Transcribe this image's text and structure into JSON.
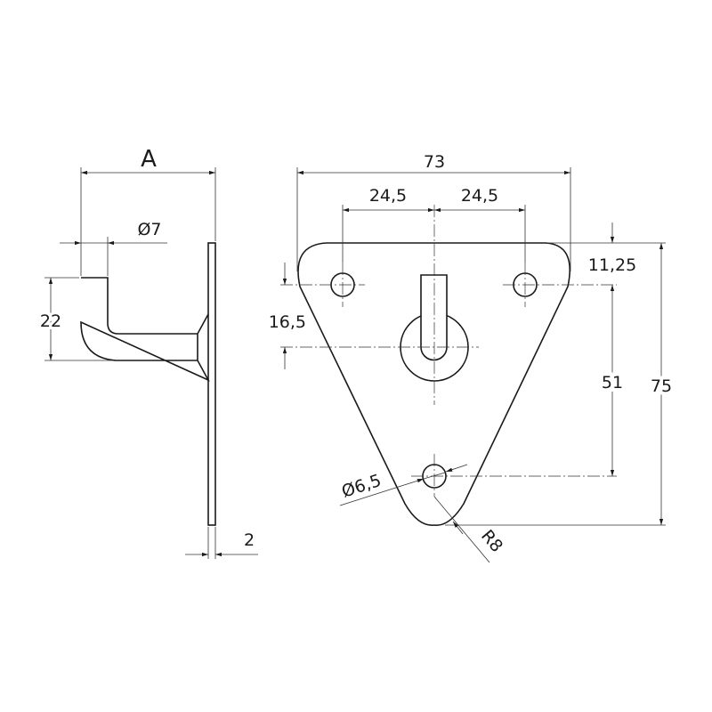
{
  "side_view": {
    "dim_A": "A",
    "dim_diameter_rod": "Ø7",
    "dim_hook_height": "22",
    "dim_plate_thickness": "2"
  },
  "front_view": {
    "dim_width": "73",
    "dim_left_hole_offset": "24,5",
    "dim_right_hole_offset": "24,5",
    "dim_top_to_hole": "11,25",
    "dim_hole_to_center": "16,5",
    "dim_hole_spacing_vertical": "51",
    "dim_height": "75",
    "dim_hole_diameter": "Ø6,5",
    "dim_corner_radius": "R8"
  }
}
